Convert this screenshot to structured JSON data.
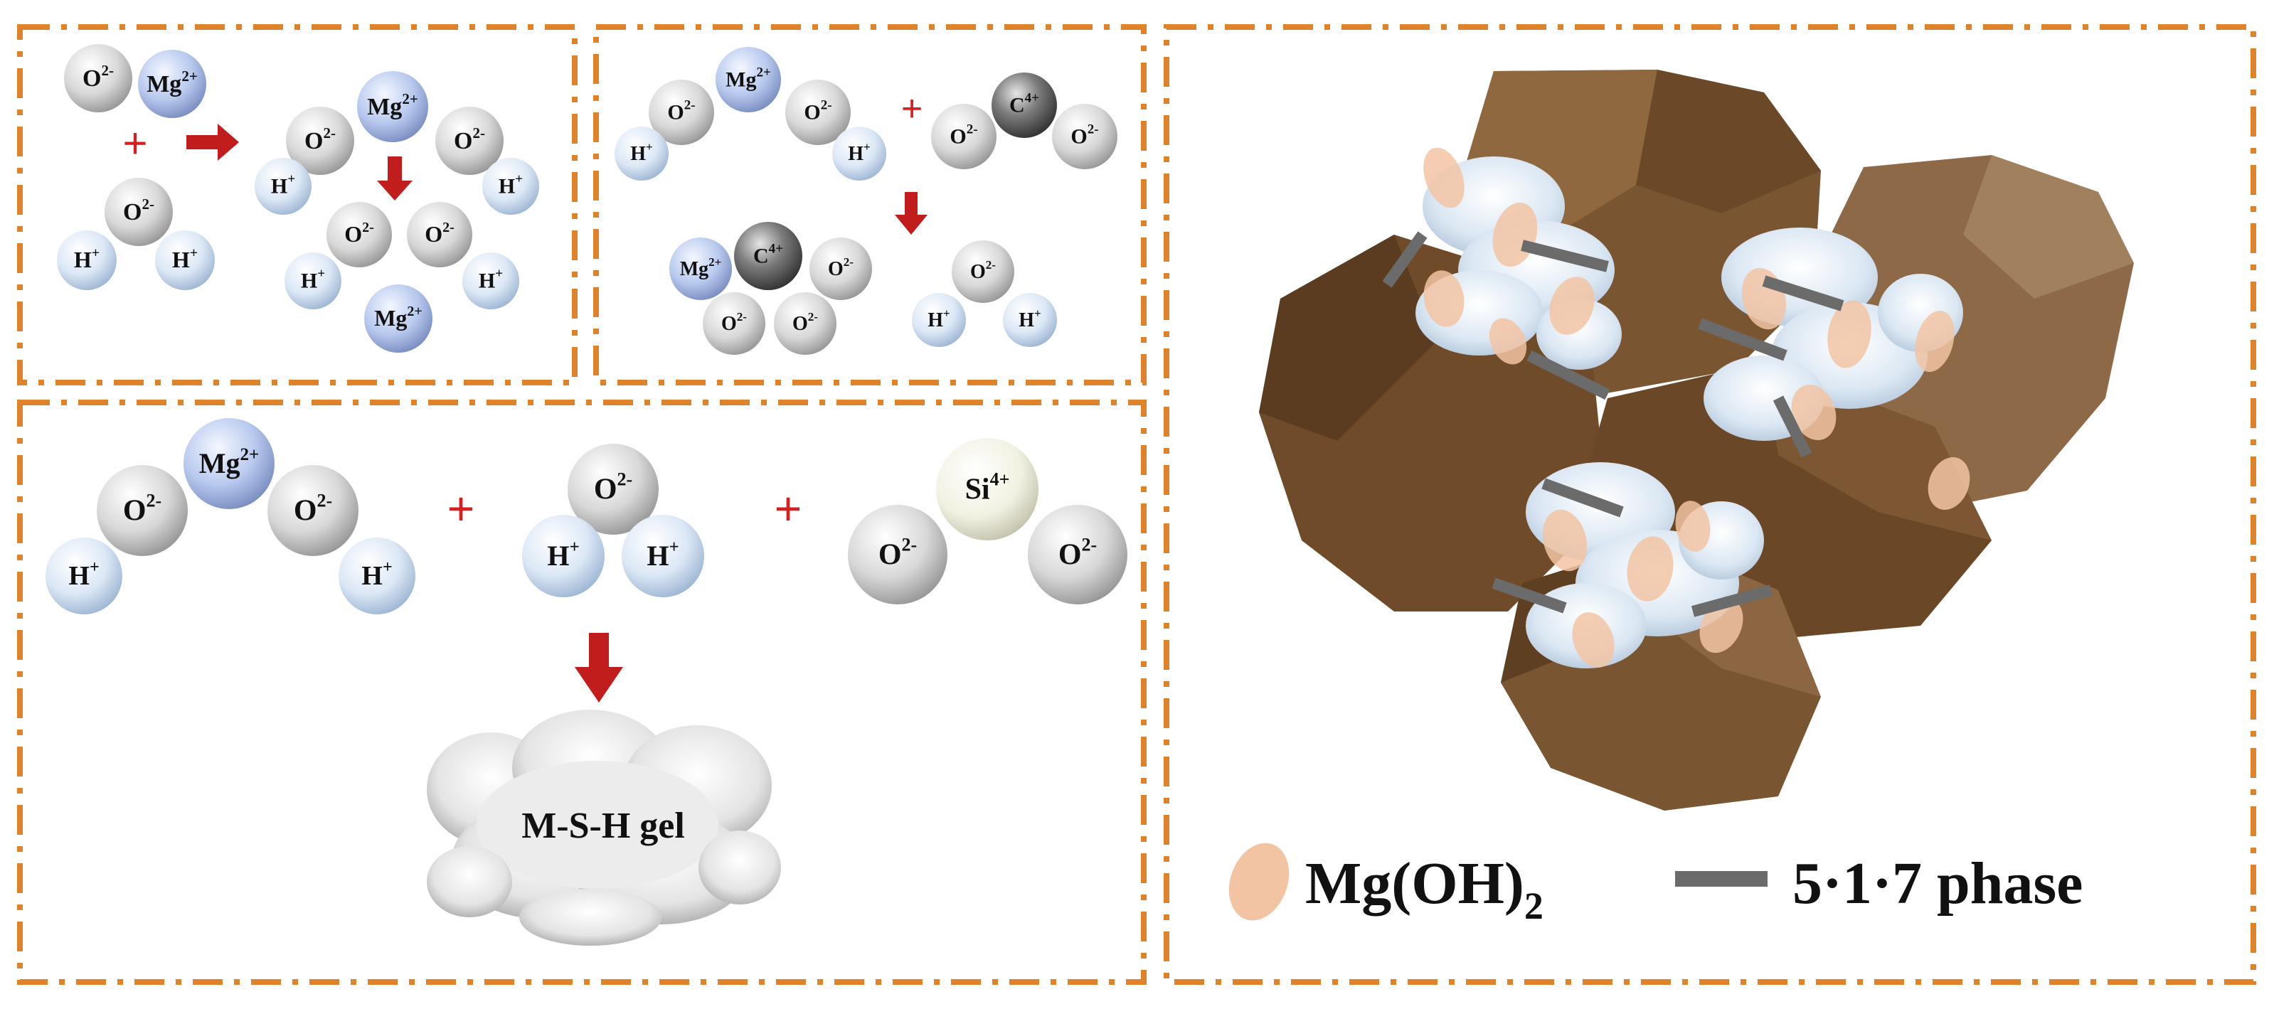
{
  "labels": {
    "oxygen": "O",
    "oxygen_charge": "2-",
    "magnesium": "Mg",
    "magnesium_charge": "2+",
    "hydrogen": "H",
    "hydrogen_charge": "+",
    "carbon": "C",
    "carbon_charge": "4+",
    "silicon": "Si",
    "silicon_charge": "4+",
    "plus_sign": "+"
  },
  "gel": {
    "label": "M-S-H gel"
  },
  "legend": {
    "mgoh_main": "Mg(OH)",
    "mgoh_sub": "2",
    "phase_label": "5·1·7 phase"
  },
  "colors": {
    "frame_dash": "#e0822a",
    "arrow": "#c21d1d",
    "plus": "#d42020",
    "oxygen": "#c9c9c9",
    "magnesium": "#b4c6ea",
    "hydrogen": "#dde9f6",
    "carbon": "#7a7a7a",
    "silicon": "#f1f1e1",
    "grain": "#7a5532",
    "mgoh_blob": "#f2c4a4",
    "phase_bar": "#6b6b6b"
  }
}
